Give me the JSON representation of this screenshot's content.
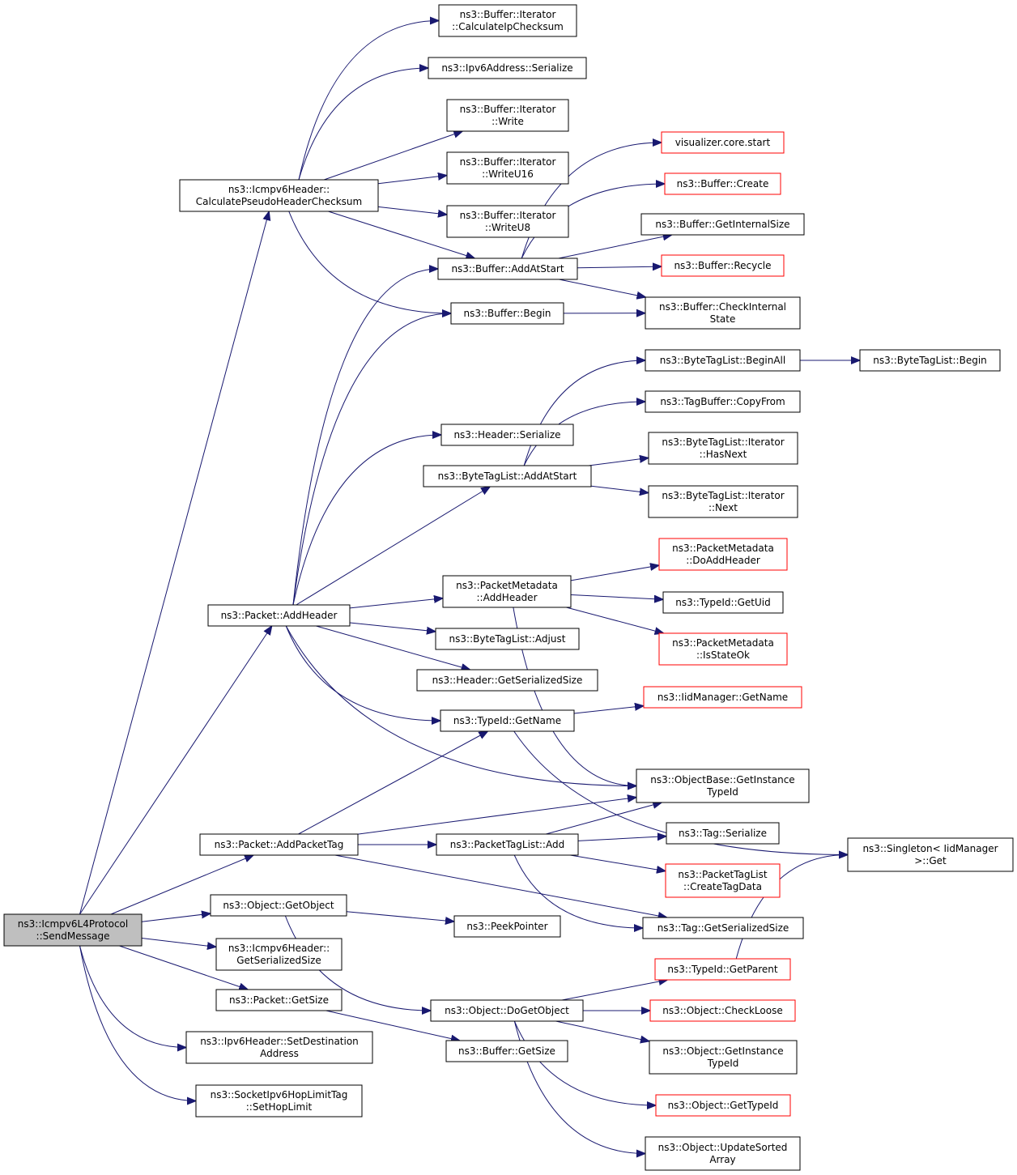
{
  "colors": {
    "edge": "#191970",
    "root_fill": "#bfbfbf",
    "red_border": "#ff0000",
    "border": "#000000"
  },
  "nodes": {
    "root": {
      "lines": [
        "ns3::Icmpv6L4Protocol",
        "::SendMessage"
      ]
    },
    "calcPseudo": {
      "lines": [
        "ns3::Icmpv6Header::",
        "CalculatePseudoHeaderChecksum"
      ]
    },
    "addHeader": {
      "lines": [
        "ns3::Packet::AddHeader"
      ]
    },
    "addPacketTag": {
      "lines": [
        "ns3::Packet::AddPacketTag"
      ]
    },
    "getObject": {
      "lines": [
        "ns3::Object::GetObject"
      ]
    },
    "icmpGetSerSize": {
      "lines": [
        "ns3::Icmpv6Header::",
        "GetSerializedSize"
      ]
    },
    "packetGetSize": {
      "lines": [
        "ns3::Packet::GetSize"
      ]
    },
    "setDest": {
      "lines": [
        "ns3::Ipv6Header::SetDestination",
        "Address"
      ]
    },
    "setHopLimit": {
      "lines": [
        "ns3::SocketIpv6HopLimitTag",
        "::SetHopLimit"
      ]
    },
    "calcIpChecksum": {
      "lines": [
        "ns3::Buffer::Iterator",
        "::CalculateIpChecksum"
      ]
    },
    "ipv6Serialize": {
      "lines": [
        "ns3::Ipv6Address::Serialize"
      ]
    },
    "iterWrite": {
      "lines": [
        "ns3::Buffer::Iterator",
        "::Write"
      ]
    },
    "iterWriteU16": {
      "lines": [
        "ns3::Buffer::Iterator",
        "::WriteU16"
      ]
    },
    "iterWriteU8": {
      "lines": [
        "ns3::Buffer::Iterator",
        "::WriteU8"
      ]
    },
    "bufAddAtStart": {
      "lines": [
        "ns3::Buffer::AddAtStart"
      ]
    },
    "bufBegin": {
      "lines": [
        "ns3::Buffer::Begin"
      ]
    },
    "headerSerialize": {
      "lines": [
        "ns3::Header::Serialize"
      ]
    },
    "btlAddAtStart": {
      "lines": [
        "ns3::ByteTagList::AddAtStart"
      ]
    },
    "pmAddHeader": {
      "lines": [
        "ns3::PacketMetadata",
        "::AddHeader"
      ]
    },
    "btlAdjust": {
      "lines": [
        "ns3::ByteTagList::Adjust"
      ]
    },
    "headerGetSerSize": {
      "lines": [
        "ns3::Header::GetSerializedSize"
      ]
    },
    "typeIdGetName": {
      "lines": [
        "ns3::TypeId::GetName"
      ]
    },
    "ptlAdd": {
      "lines": [
        "ns3::PacketTagList::Add"
      ]
    },
    "peekPointer": {
      "lines": [
        "ns3::PeekPointer"
      ]
    },
    "doGetObject": {
      "lines": [
        "ns3::Object::DoGetObject"
      ]
    },
    "bufGetSize": {
      "lines": [
        "ns3::Buffer::GetSize"
      ]
    },
    "vizStart": {
      "lines": [
        "visualizer.core.start"
      ]
    },
    "bufCreate": {
      "lines": [
        "ns3::Buffer::Create"
      ]
    },
    "bufGetInternalSize": {
      "lines": [
        "ns3::Buffer::GetInternalSize"
      ]
    },
    "bufRecycle": {
      "lines": [
        "ns3::Buffer::Recycle"
      ]
    },
    "bufCheckInternal": {
      "lines": [
        "ns3::Buffer::CheckInternal",
        "State"
      ]
    },
    "btlBeginAll": {
      "lines": [
        "ns3::ByteTagList::BeginAll"
      ]
    },
    "tagBufCopyFrom": {
      "lines": [
        "ns3::TagBuffer::CopyFrom"
      ]
    },
    "btlIterHasNext": {
      "lines": [
        "ns3::ByteTagList::Iterator",
        "::HasNext"
      ]
    },
    "btlIterNext": {
      "lines": [
        "ns3::ByteTagList::Iterator",
        "::Next"
      ]
    },
    "pmDoAddHeader": {
      "lines": [
        "ns3::PacketMetadata",
        "::DoAddHeader"
      ]
    },
    "typeIdGetUid": {
      "lines": [
        "ns3::TypeId::GetUid"
      ]
    },
    "pmIsStateOk": {
      "lines": [
        "ns3::PacketMetadata",
        "::IsStateOk"
      ]
    },
    "iidGetName": {
      "lines": [
        "ns3::IidManager::GetName"
      ]
    },
    "objBaseGetInstTid": {
      "lines": [
        "ns3::ObjectBase::GetInstance",
        "TypeId"
      ]
    },
    "tagSerialize": {
      "lines": [
        "ns3::Tag::Serialize"
      ]
    },
    "ptlCreateTagData": {
      "lines": [
        "ns3::PacketTagList",
        "::CreateTagData"
      ]
    },
    "tagGetSerSize": {
      "lines": [
        "ns3::Tag::GetSerializedSize"
      ]
    },
    "typeIdGetParent": {
      "lines": [
        "ns3::TypeId::GetParent"
      ]
    },
    "objCheckLoose": {
      "lines": [
        "ns3::Object::CheckLoose"
      ]
    },
    "objGetInstTid": {
      "lines": [
        "ns3::Object::GetInstance",
        "TypeId"
      ]
    },
    "objGetTypeId": {
      "lines": [
        "ns3::Object::GetTypeId"
      ]
    },
    "objUpdateSorted": {
      "lines": [
        "ns3::Object::UpdateSorted",
        "Array"
      ]
    },
    "btlBegin": {
      "lines": [
        "ns3::ByteTagList::Begin"
      ]
    },
    "singletonGet": {
      "lines": [
        "ns3::Singleton< IidManager",
        ">::Get"
      ]
    }
  }
}
